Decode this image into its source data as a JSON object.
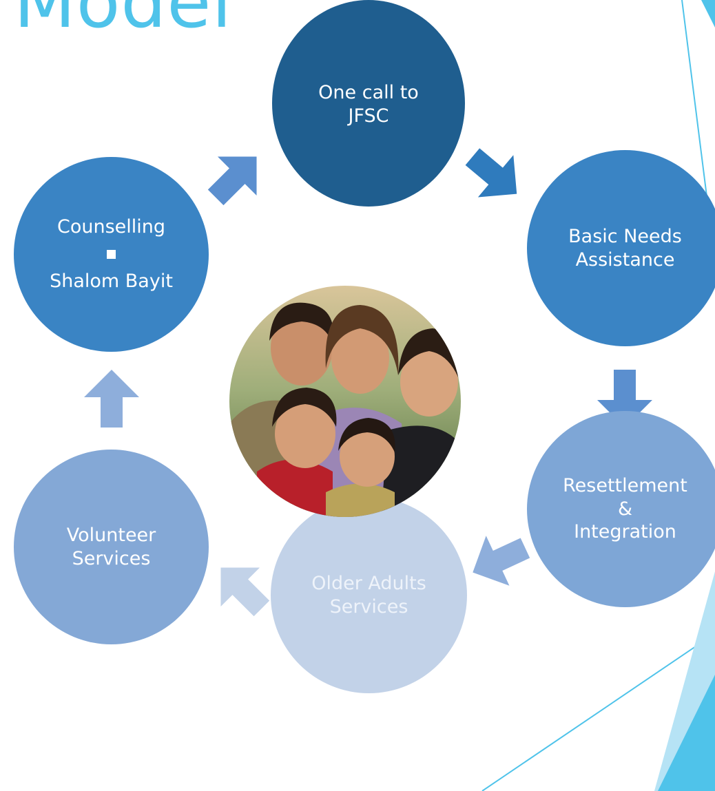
{
  "title": "Model",
  "nodes": [
    {
      "id": "n1",
      "lines": [
        "One call to",
        "JFSC"
      ],
      "color": "#1f5e8f"
    },
    {
      "id": "n2",
      "lines": [
        "Basic Needs",
        "Assistance"
      ],
      "color": "#3a84c4"
    },
    {
      "id": "n3",
      "lines": [
        "Resettlement",
        "&",
        "Integration"
      ],
      "color": "#7ea6d6"
    },
    {
      "id": "n4",
      "lines": [
        "Older Adults",
        "Services"
      ],
      "color": "#c2d2e8"
    },
    {
      "id": "n5",
      "lines": [
        "Volunteer",
        "Services"
      ],
      "color": "#84a8d6"
    },
    {
      "id": "n6",
      "lines": [
        "Counselling",
        "Shalom Bayit"
      ],
      "color": "#3a84c4"
    }
  ],
  "center_image": {
    "icon": "family-photo"
  },
  "arrow_colors": [
    "#3a84c4",
    "#3a84c4",
    "#5b8fcf",
    "#8eaedb",
    "#c2d2e8",
    "#8eaedb"
  ],
  "decor_color": "#4fc3ea"
}
